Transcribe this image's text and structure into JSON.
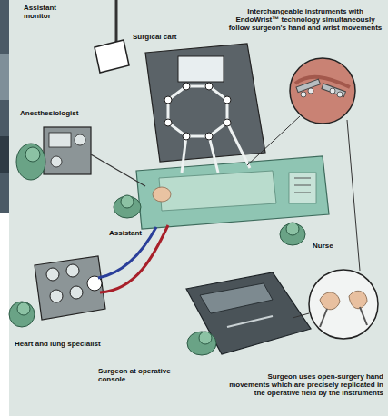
{
  "diagram": {
    "labels": [
      "Assistant monitor",
      "Surgical cart",
      "Interchangeable instruments with EndoWrist™ technology simultaneously follow surgeon's hand and wrist movements",
      "Anesthesiologist",
      "Assistant",
      "Nurse",
      "Heart and lung specialist",
      "Surgeon at operative console",
      "Surgeon uses open-surgery hand movements which are precisely replicated in the operative field by the instruments"
    ]
  }
}
